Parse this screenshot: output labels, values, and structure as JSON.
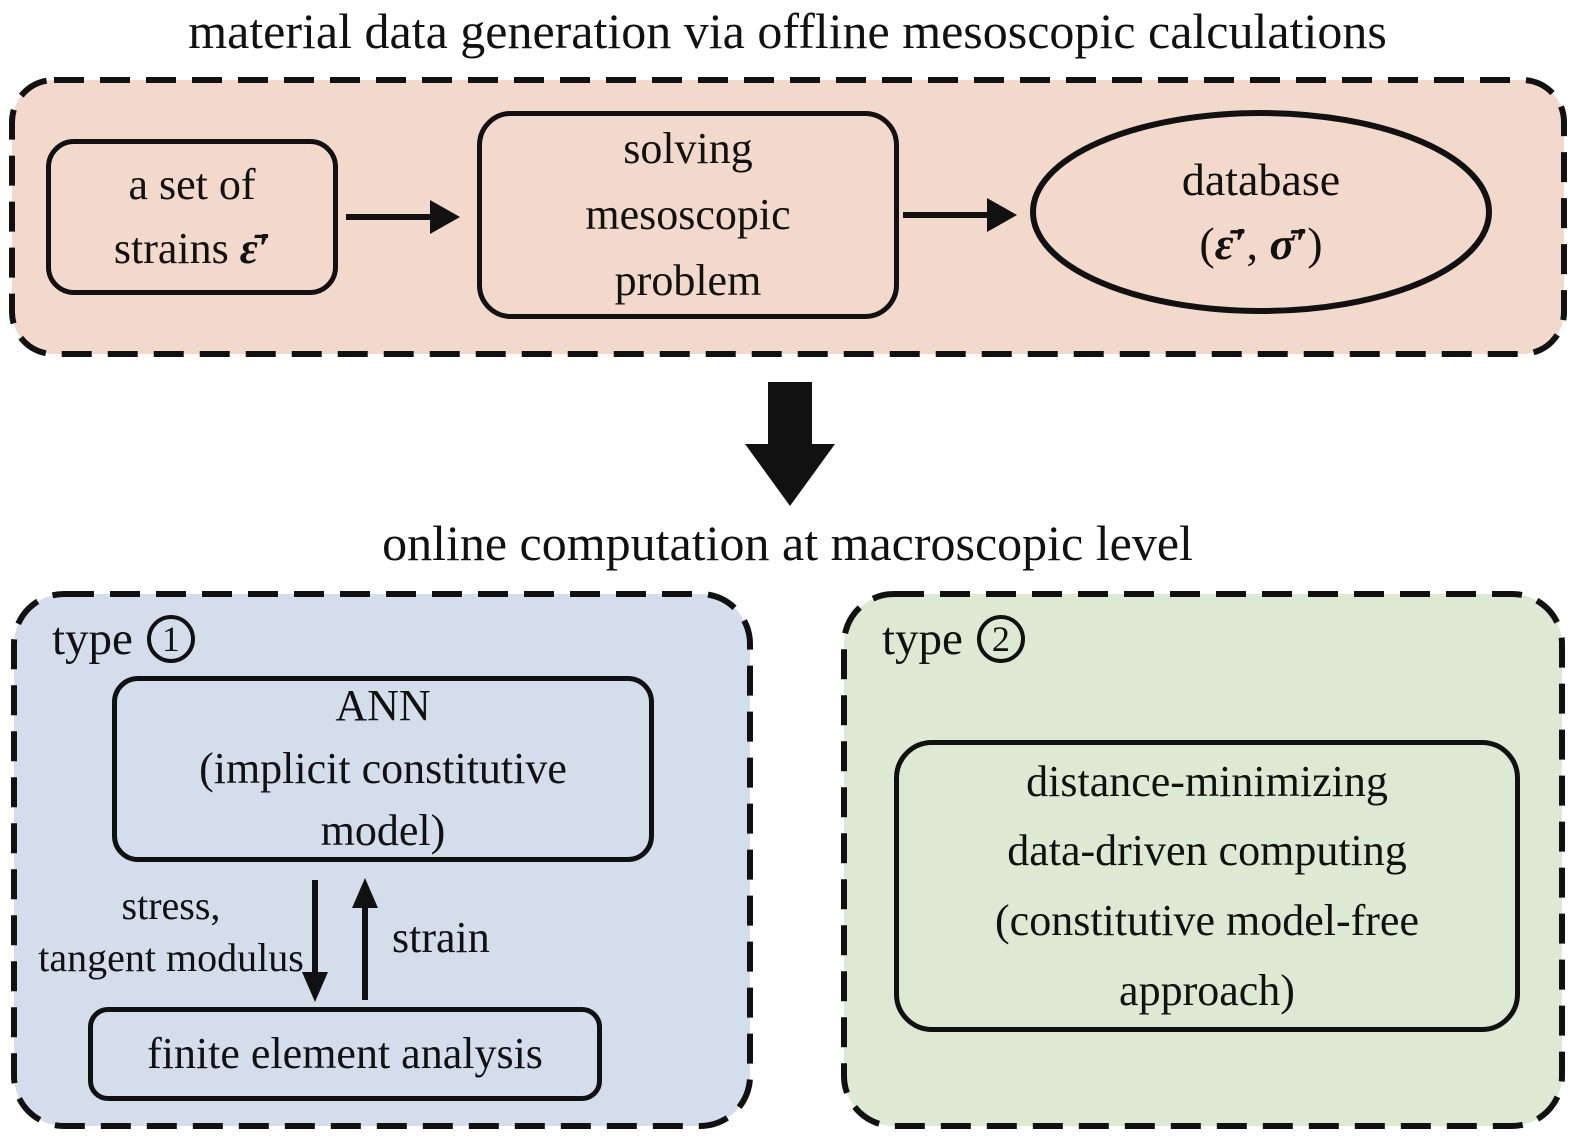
{
  "colors": {
    "ink": "#111111",
    "offline_fill": "#f3d9cb",
    "type1_fill": "#d4ddec",
    "type2_fill": "#dde9d3",
    "background": "#ffffff"
  },
  "offline": {
    "title": "material data generation via offline mesoscopic calculations",
    "strains_box": {
      "line1": "a set of",
      "line2_prefix": "strains ",
      "symbol": "ε̄′"
    },
    "solving_box": {
      "line1": "solving",
      "line2": "mesoscopic",
      "line3": "problem"
    },
    "database": {
      "label": "database",
      "open": "(",
      "epsilon": "ε̄′",
      "comma": ", ",
      "sigma": "σ̄′",
      "close": ")"
    }
  },
  "online": {
    "title": "online computation at macroscopic level",
    "type1": {
      "label": "type",
      "number": "1",
      "ann_box": {
        "line1": "ANN",
        "line2": "(implicit constitutive",
        "line3": "model)"
      },
      "down_arrow_label_line1": "stress,",
      "down_arrow_label_line2": "tangent modulus",
      "up_arrow_label": "strain",
      "fea_box": "finite element analysis"
    },
    "type2": {
      "label": "type",
      "number": "2",
      "box": {
        "line1": "distance-minimizing",
        "line2": "data-driven computing",
        "line3": "(constitutive model-free",
        "line4": "approach)"
      }
    }
  }
}
